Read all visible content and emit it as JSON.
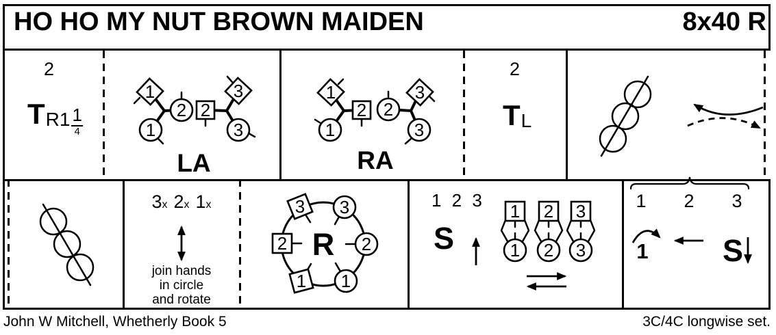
{
  "header": {
    "title": "HO HO MY NUT BROWN MAIDEN",
    "repeat": "8x40 R"
  },
  "row1": {
    "turn_right": {
      "bars": "2",
      "symbol": "T",
      "sub": "R1",
      "frac_num": "1",
      "frac_den": "4"
    },
    "left_allemande": {
      "label": "LA",
      "man1": "1",
      "woman1": "1",
      "woman2": "2",
      "man2": "2",
      "man3": "3",
      "woman3": "3"
    },
    "right_allemande": {
      "label": "RA",
      "man1": "1",
      "woman1": "1",
      "man2": "2",
      "woman2": "2",
      "man3": "3",
      "woman3": "3"
    },
    "turn_left": {
      "bars": "2",
      "symbol": "T",
      "sub": "L"
    }
  },
  "row2": {
    "circle_note": {
      "count1": "3",
      "times1": "x",
      "count2": "2",
      "times2": "x",
      "count3": "1",
      "times3": "x",
      "note_line1": "join hands",
      "note_line2": "in circle",
      "note_line3": "and rotate"
    },
    "ring": {
      "label": "R",
      "man3": "3",
      "woman3": "3",
      "man2": "2",
      "woman2": "2",
      "man1": "1",
      "woman1": "1"
    },
    "set_up": {
      "bars": "1 2 3",
      "symbol": "S",
      "couple1_man": "1",
      "couple1_woman": "1",
      "couple2_man": "2",
      "couple2_woman": "2",
      "couple3_man": "3",
      "couple3_woman": "3"
    },
    "set_down": {
      "pos1": "1",
      "pos2": "2",
      "pos3": "3",
      "turn": "1",
      "symbol": "S"
    }
  },
  "footer": {
    "credit": "John W Mitchell, Whetherly Book 5",
    "set_type": "3C/4C longwise set."
  }
}
